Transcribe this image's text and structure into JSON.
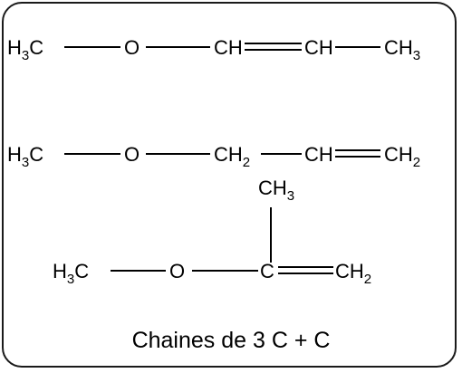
{
  "molecules": [
    {
      "groups": [
        {
          "base": "H",
          "sub": "3",
          "rest": "C"
        },
        {
          "base": "O"
        },
        {
          "base": "CH"
        },
        {
          "base": "CH"
        },
        {
          "base": "CH",
          "sub": "3"
        }
      ],
      "bonds": [
        "single",
        "single",
        "double",
        "single"
      ]
    },
    {
      "groups": [
        {
          "base": "H",
          "sub": "3",
          "rest": "C"
        },
        {
          "base": "O"
        },
        {
          "base": "CH",
          "sub": "2"
        },
        {
          "base": "CH"
        },
        {
          "base": "CH",
          "sub": "2"
        }
      ],
      "bonds": [
        "single",
        "single",
        "single",
        "double"
      ]
    },
    {
      "groups": [
        {
          "base": "H",
          "sub": "3",
          "rest": "C"
        },
        {
          "base": "O"
        },
        {
          "base": "C"
        },
        {
          "base": "CH",
          "sub": "2"
        }
      ],
      "bonds": [
        "single",
        "single",
        "double"
      ],
      "branch": {
        "base": "CH",
        "sub": "3",
        "attached_to": 2,
        "bond": "single"
      }
    }
  ],
  "caption": "Chaines de 3 C + C"
}
